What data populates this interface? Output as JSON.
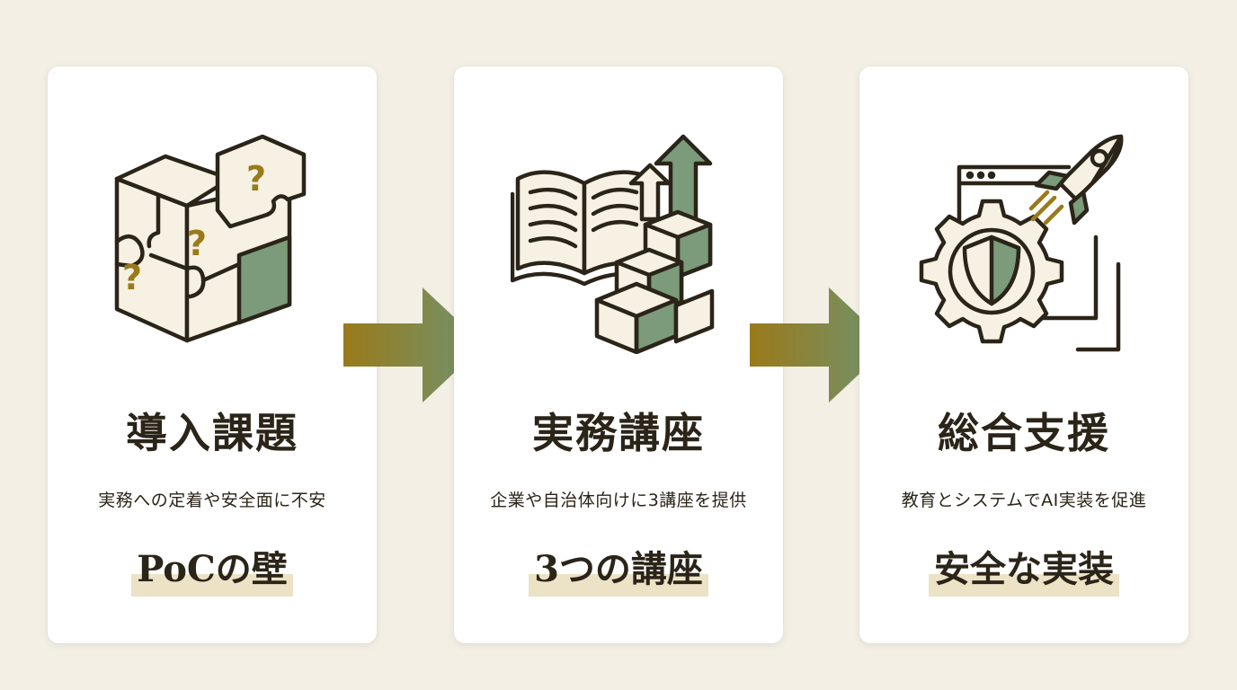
{
  "colors": {
    "background": "#f3efe5",
    "card": "#ffffff",
    "ink": "#2b2418",
    "accent_gold": "#9a7a1a",
    "accent_green": "#6f9472",
    "highlight": "#ece2c6"
  },
  "steps": [
    {
      "icon": "puzzle-cube-question-icon",
      "title": "導入課題",
      "description": "実務への定着や安全面に不安",
      "badge": "PoCの壁"
    },
    {
      "icon": "book-blocks-growth-icon",
      "title": "実務講座",
      "description": "企業や自治体向けに3講座を提供",
      "badge": "3つの講座"
    },
    {
      "icon": "gear-shield-rocket-icon",
      "title": "総合支援",
      "description": "教育とシステムでAI実装を促進",
      "badge": "安全な実装"
    }
  ],
  "arrows": [
    "arrow-right-icon",
    "arrow-right-icon"
  ]
}
